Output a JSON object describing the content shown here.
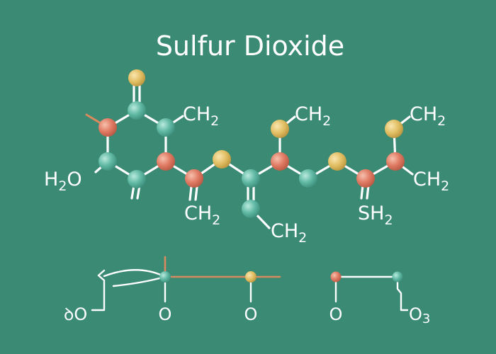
{
  "title": "Sulfur Dioxide",
  "labels": {
    "ch2_top_left": "CH",
    "ch2_top_mid": "CH",
    "ch2_top_right": "CH",
    "ch2_right": "CH",
    "ch2_bottom_left": "CH",
    "ch2_bottom_mid": "CH",
    "sh2": "SH",
    "h2o": "H",
    "h2o_o": "O",
    "sub2": "2",
    "lower_left": "ꝺO",
    "o_a": "O",
    "o_b": "O",
    "o_c": "O",
    "o3": "O",
    "sub3": "3"
  },
  "colors": {
    "background": "#3a8a74",
    "bond": "#ffffff",
    "teal_atom": "#5fb8a3",
    "red_atom": "#e07a63",
    "yellow_atom": "#e3bf64",
    "accent_line": "#d98a5e"
  }
}
